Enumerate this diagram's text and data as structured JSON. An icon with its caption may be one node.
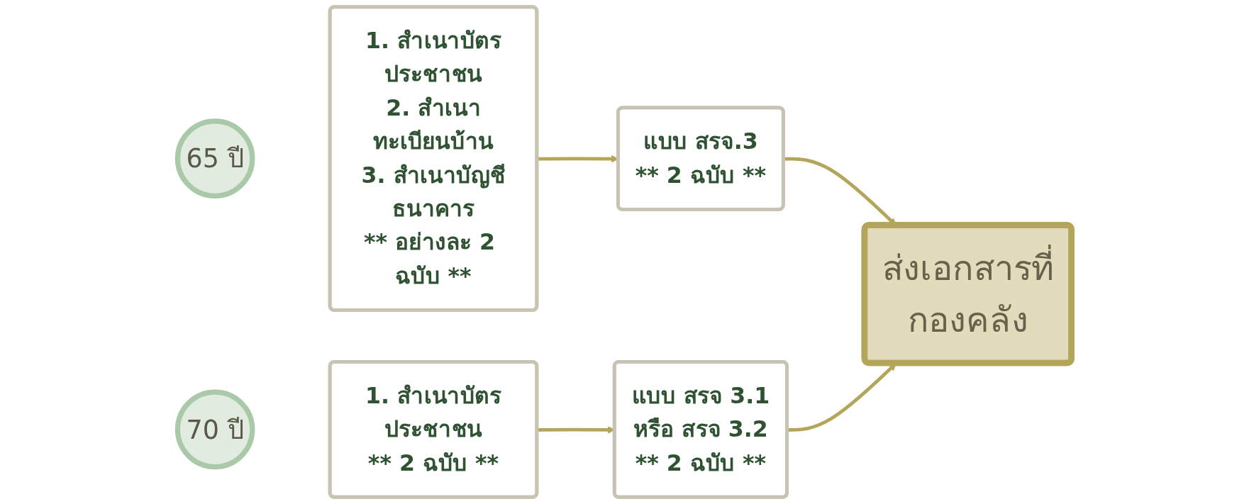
{
  "diagram": {
    "nodes": [
      {
        "text": [
          "65 ปี"
        ]
      },
      {
        "text": [
          "1. สำเนาบัตรประชาชน",
          "2. สำเนาทะเบียนบ้าน",
          "3. สำเนาบัญชีธนาคาร",
          "** อย่างละ 2 ฉบับ **"
        ]
      },
      {
        "text": [
          "แบบ สรจ.3",
          "** 2 ฉบับ **"
        ]
      },
      {
        "text": [
          "ส่งเอกสารที่กองคลัง"
        ]
      },
      {
        "text": [
          "70 ปี"
        ]
      },
      {
        "text": [
          "1. สำเนาบัตรประชาชน",
          "** 2 ฉบับ **"
        ]
      },
      {
        "text": [
          "แบบ สรจ 3.1",
          "หรือ สรจ 3.2",
          "** 2 ฉบับ **"
        ]
      }
    ],
    "edges": [
      {
        "from": 1,
        "to": 2,
        "arrow": "to"
      },
      {
        "from": 2,
        "to": 3,
        "arrow": "to"
      },
      {
        "from": 5,
        "to": 6,
        "arrow": "to"
      },
      {
        "from": 6,
        "to": 3,
        "arrow": "to"
      }
    ]
  }
}
